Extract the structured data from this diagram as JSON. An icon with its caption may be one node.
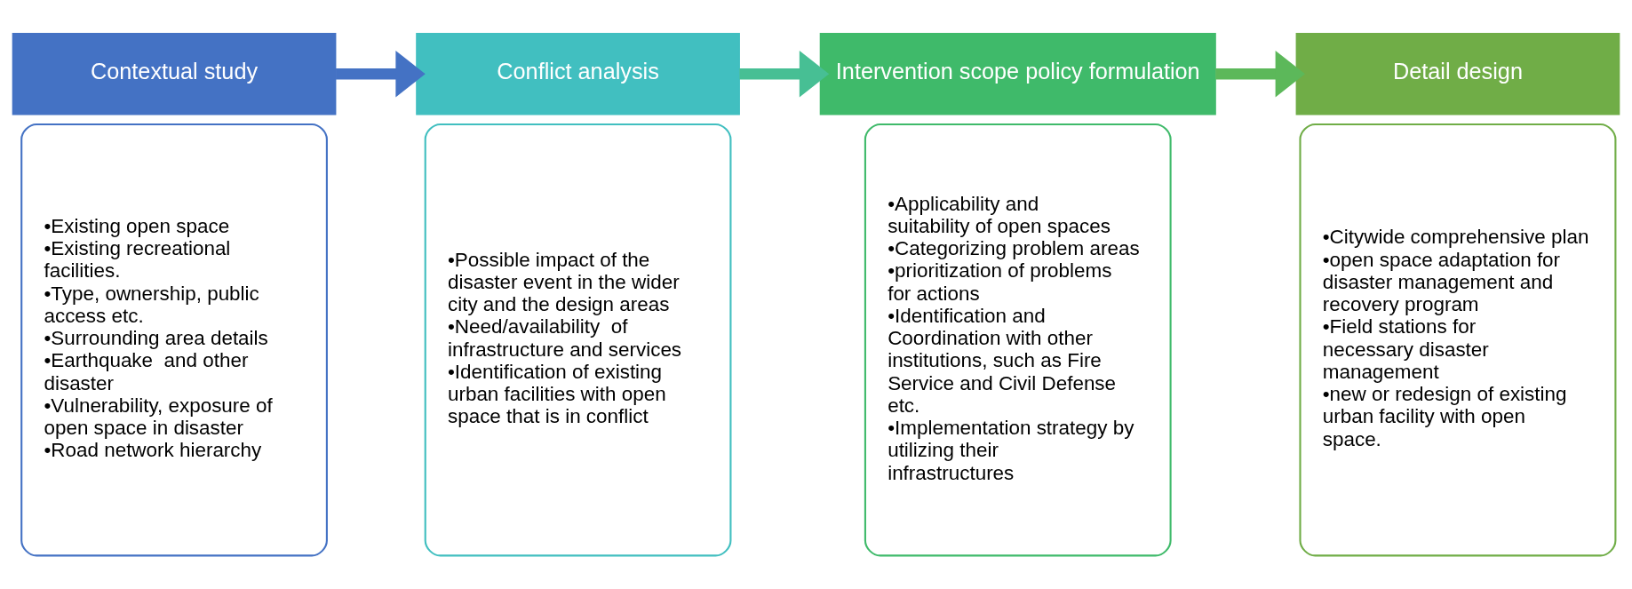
{
  "diagram": {
    "nodes": [
      {
        "text": [
          "Contextual study"
        ]
      },
      {
        "text": [
          "•Existing open space",
          "•Existing recreational facilities.",
          "•Type, ownership, public access etc.",
          "•Surrounding area details",
          "•Earthquake  and other disaster",
          "•Vulnerability, exposure of open space in disaster",
          "•Road network hierarchy"
        ]
      },
      {
        "text": [
          "Conflict analysis"
        ]
      },
      {
        "text": [
          "•Possible impact of the disaster event in the wider city and the design areas",
          "•Need/availability  of infrastructure and services",
          "•Identification of existing urban facilities with open space that is in conflict"
        ]
      },
      {
        "text": [
          "Intervention scope policy formulation"
        ]
      },
      {
        "text": [
          "•Applicability and suitability of open spaces",
          "•Categorizing problem areas",
          "•prioritization of problems for actions",
          "•Identification and Coordination with other institutions, such as Fire Service and Civil Defense etc.",
          "•Implementation strategy by utilizing their infrastructures"
        ]
      },
      {
        "text": [
          "Detail design"
        ]
      },
      {
        "text": [
          "•Citywide comprehensive plan",
          "•open space adaptation for disaster management and recovery program",
          "•Field stations for necessary disaster management",
          "•new or redesign of existing urban facility with open space."
        ]
      }
    ],
    "edges": [
      {
        "from": 0,
        "to": 2,
        "arrow": "to",
        "color": "#4472c4"
      },
      {
        "from": 2,
        "to": 4,
        "arrow": "to",
        "color": "#47bf94"
      },
      {
        "from": 4,
        "to": 6,
        "arrow": "to",
        "color": "#5cb85a"
      }
    ]
  }
}
